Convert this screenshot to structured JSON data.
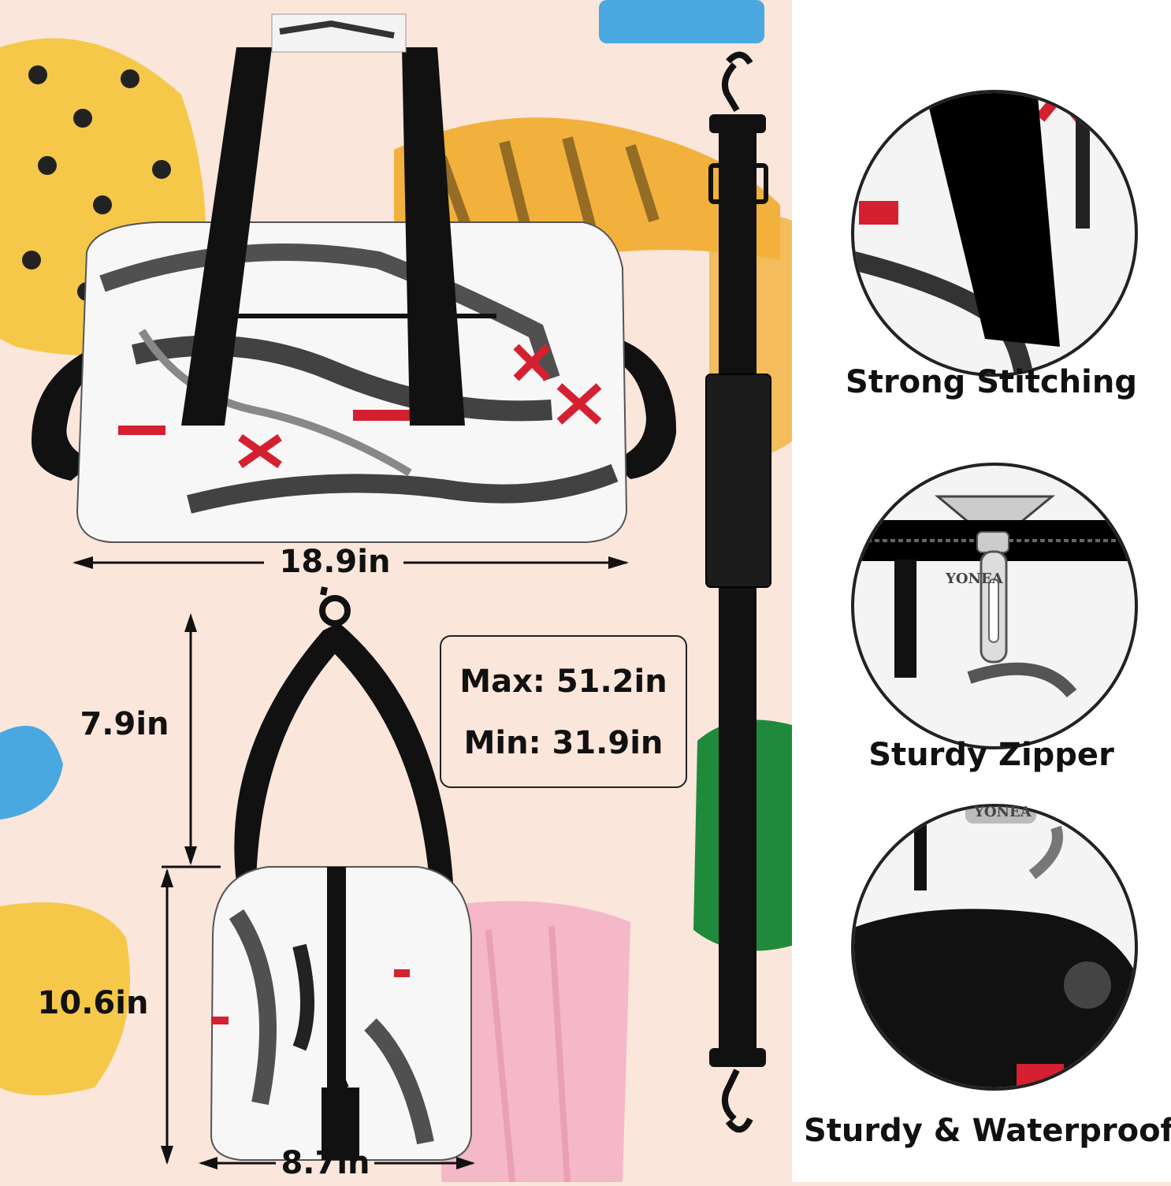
{
  "colors": {
    "background": "#fbe6db",
    "right_panel": "#ffffff",
    "strap": "#111111",
    "accent_red": "#d42030",
    "blob_yellow": "#f5c84a",
    "blob_orange": "#f2b13c",
    "blob_blue": "#4aa8e0",
    "blob_green": "#1f8a3c",
    "blob_pink": "#f4b8c8"
  },
  "dimensions": {
    "width": "18.9in",
    "depth": "8.7in",
    "handle_drop": "7.9in",
    "height": "10.6in"
  },
  "strap_length": {
    "max": "Max: 51.2in",
    "min": "Min: 31.9in"
  },
  "features": [
    {
      "label": "Strong Stitching",
      "icon": "stitching-closeup"
    },
    {
      "label": "Sturdy Zipper",
      "icon": "zipper-closeup"
    },
    {
      "label": "Sturdy & Waterproof",
      "icon": "fabric-closeup"
    }
  ],
  "print_text": {
    "sign": "YONEA"
  }
}
